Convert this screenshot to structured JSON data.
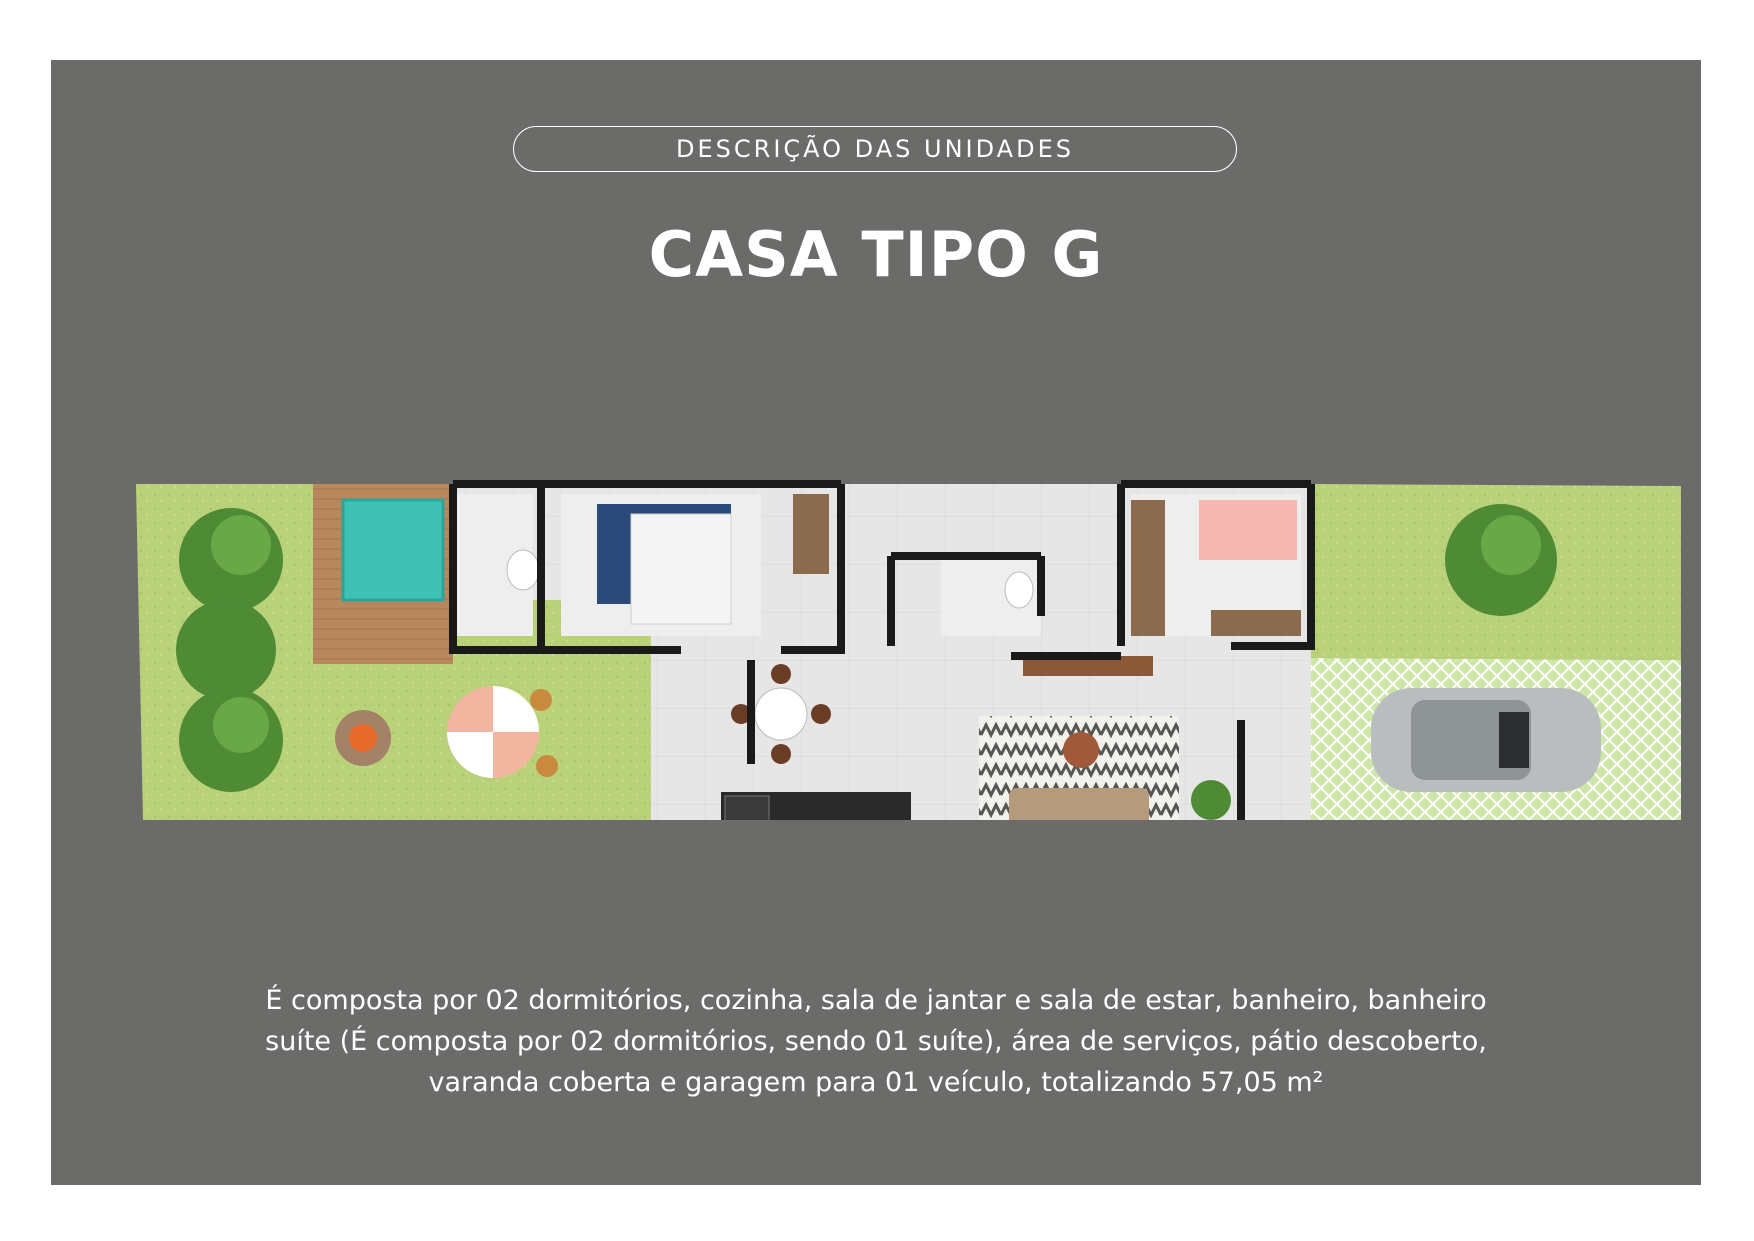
{
  "header": {
    "section_label": "DESCRIÇÃO DAS UNIDADES"
  },
  "main": {
    "title": "CASA TIPO G",
    "description": "É composta por 02 dormitórios, cozinha, sala de jantar e sala de estar, banheiro, banheiro suíte (É composta por 02 dormitórios, sendo 01 suíte), área de serviços, pátio descoberto, varanda coberta e garagem para 01 veículo, totalizando 57,05 m²"
  },
  "colors": {
    "panel": "#6b6b69",
    "lawn": "#b9d27a",
    "floor": "#e6e6e6",
    "wall": "#1a1a1a",
    "pool": "#3fc1b6",
    "deck": "#b8875e",
    "paver": "#cde7a9"
  }
}
